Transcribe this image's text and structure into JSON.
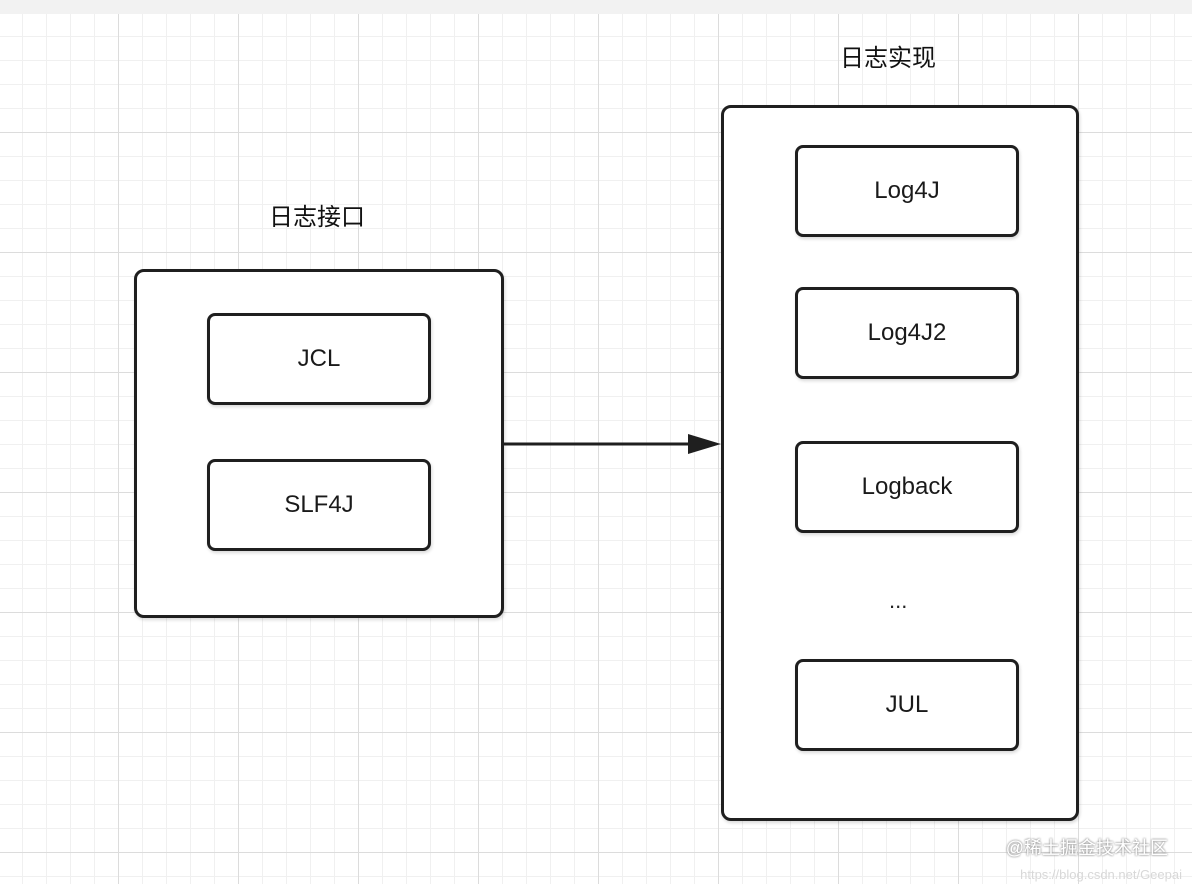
{
  "interface_group": {
    "title": "日志接口",
    "items": [
      "JCL",
      "SLF4J"
    ]
  },
  "implementation_group": {
    "title": "日志实现",
    "items": [
      "Log4J",
      "Log4J2",
      "Logback"
    ],
    "ellipsis": "...",
    "last_item": "JUL"
  },
  "watermark": {
    "text": "@稀土掘金技术社区",
    "url": "https://blog.csdn.net/Geepai"
  }
}
